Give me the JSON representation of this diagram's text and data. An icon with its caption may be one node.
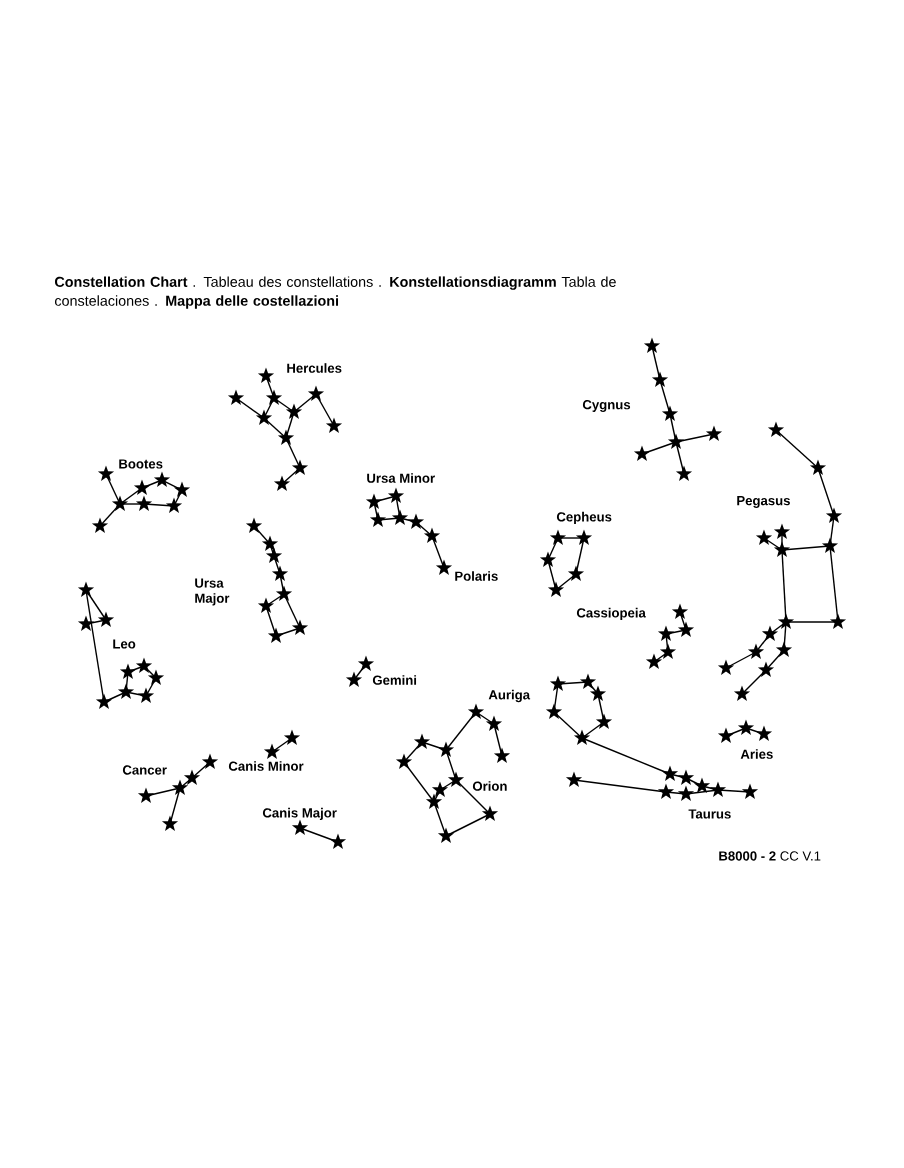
{
  "diagram": {
    "title": "**Constellation Chart** . Tableau des constellations . **Konstellationsdiagramm** Tabla de constelaciones . **Mappa delle costellazioni**",
    "labels": [
      "Hercules",
      "Cygnus",
      "Bootes",
      "Ursa Minor",
      "Cepheus",
      "Pegasus",
      "Ursa Major",
      "Polaris",
      "Cassiopeia",
      "Leo",
      "Gemini",
      "Auriga",
      "Aries",
      "Cancer",
      "Canis Minor",
      "Orion",
      "Canis Major",
      "Taurus",
      "**B8000 - 2** CC V.1"
    ]
  }
}
